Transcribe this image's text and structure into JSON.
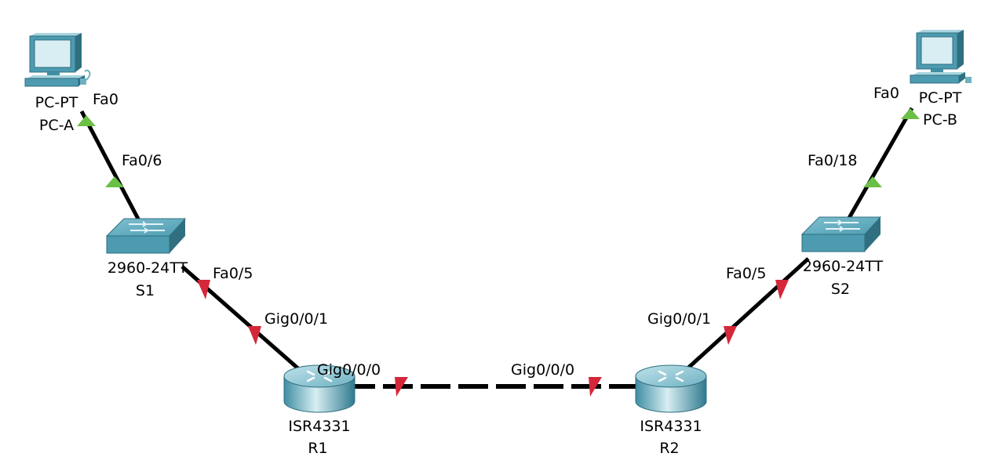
{
  "colors": {
    "link": "#000000",
    "port_up": "#6abf45",
    "port_down": "#d5273a",
    "device_teal": "#4d9bb0",
    "device_light": "#a8d6e0",
    "device_dark": "#2f6f80"
  },
  "devices": {
    "pc_a": {
      "model": "PC-PT",
      "name": "PC-A",
      "icon": "pc-icon"
    },
    "pc_b": {
      "model": "PC-PT",
      "name": "PC-B",
      "icon": "pc-icon"
    },
    "s1": {
      "model": "2960-24TT",
      "name": "S1",
      "icon": "switch-icon"
    },
    "s2": {
      "model": "2960-24TT",
      "name": "S2",
      "icon": "switch-icon"
    },
    "r1": {
      "model": "ISR4331",
      "name": "R1",
      "icon": "router-icon"
    },
    "r2": {
      "model": "ISR4331",
      "name": "R2",
      "icon": "router-icon"
    }
  },
  "links": [
    {
      "id": "pca-s1",
      "ends": [
        {
          "device": "PC-A",
          "port": "Fa0",
          "status": "up"
        },
        {
          "device": "S1",
          "port": "Fa0/6",
          "status": "up"
        }
      ],
      "style": "solid"
    },
    {
      "id": "s1-r1",
      "ends": [
        {
          "device": "S1",
          "port": "Fa0/5",
          "status": "down"
        },
        {
          "device": "R1",
          "port": "Gig0/0/1",
          "status": "down"
        }
      ],
      "style": "solid"
    },
    {
      "id": "r1-r2",
      "ends": [
        {
          "device": "R1",
          "port": "Gig0/0/0",
          "status": "down"
        },
        {
          "device": "R2",
          "port": "Gig0/0/0",
          "status": "down"
        }
      ],
      "style": "dashed"
    },
    {
      "id": "r2-s2",
      "ends": [
        {
          "device": "R2",
          "port": "Gig0/0/1",
          "status": "down"
        },
        {
          "device": "S2",
          "port": "Fa0/5",
          "status": "down"
        }
      ],
      "style": "solid"
    },
    {
      "id": "s2-pcb",
      "ends": [
        {
          "device": "S2",
          "port": "Fa0/18",
          "status": "up"
        },
        {
          "device": "PC-B",
          "port": "Fa0",
          "status": "up"
        }
      ],
      "style": "solid"
    }
  ]
}
